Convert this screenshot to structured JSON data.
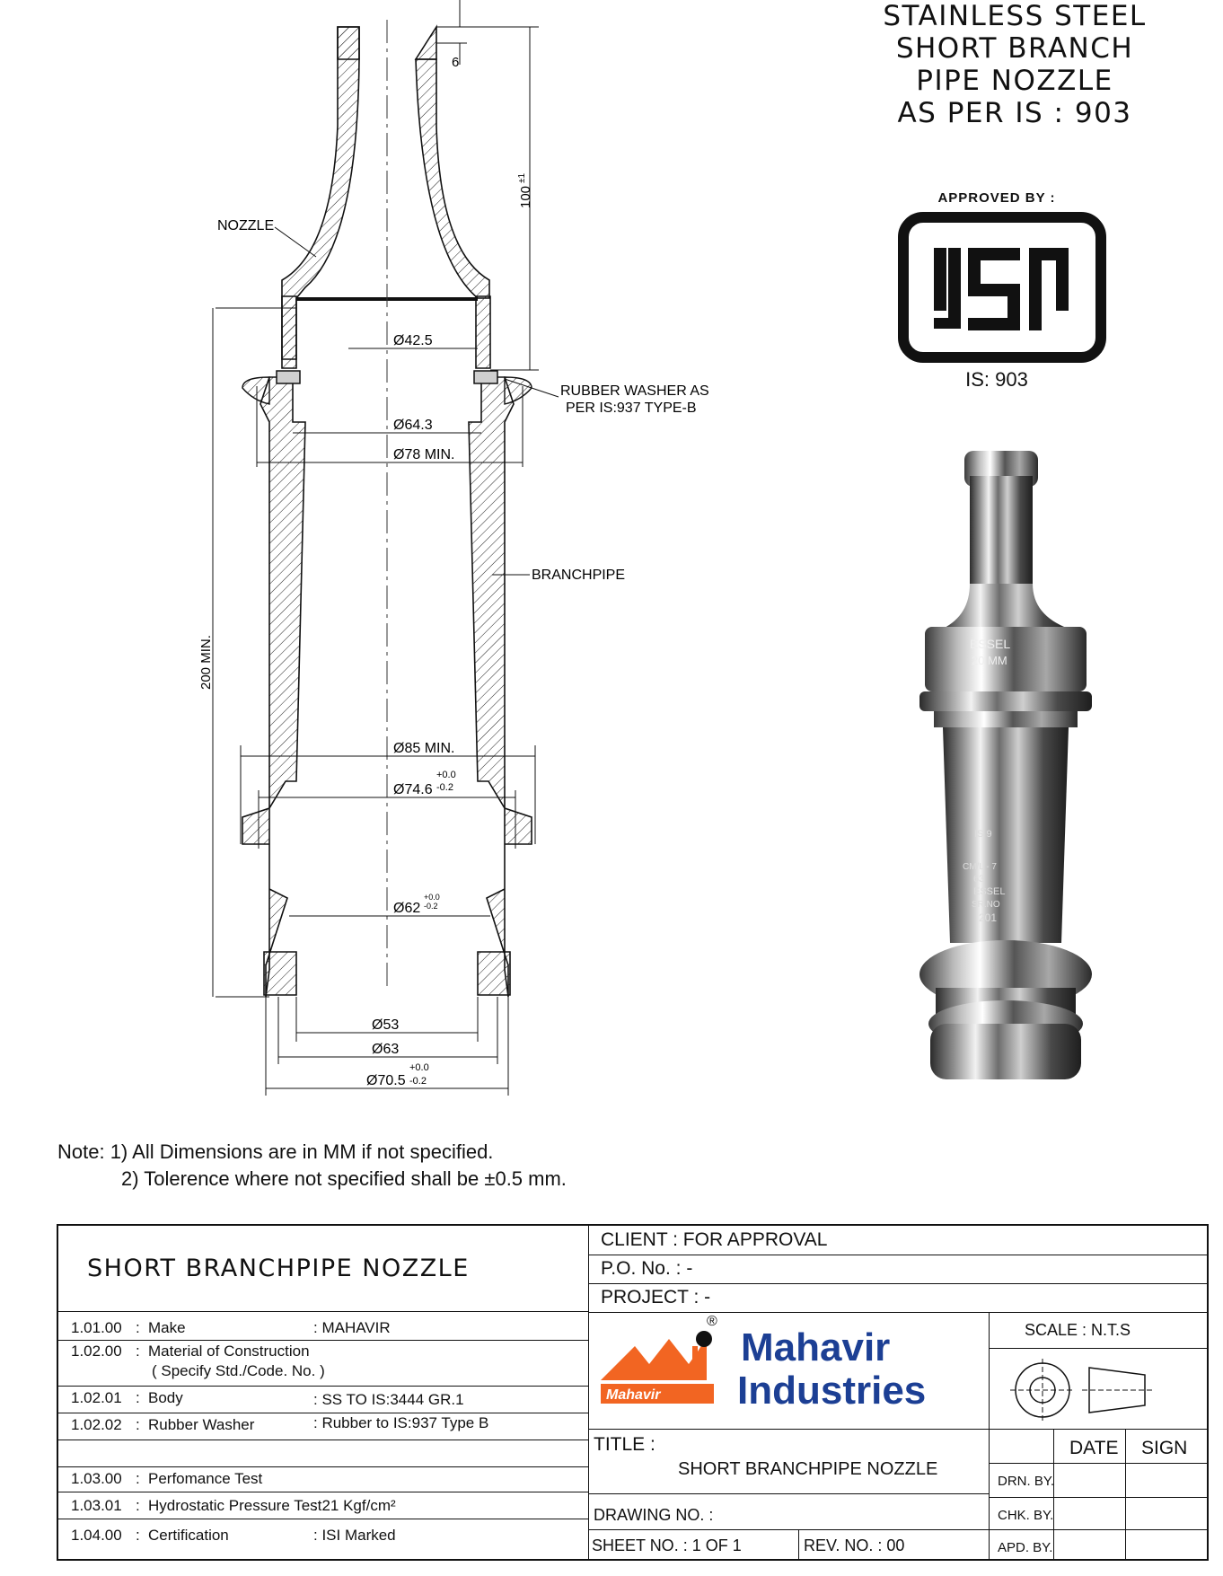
{
  "header": {
    "title_lines": [
      "STAINLESS STEEL",
      "SHORT BRANCH",
      "PIPE NOZZLE",
      "AS PER IS : 903"
    ]
  },
  "approval": {
    "approved_by": "APPROVED BY :",
    "logo_text": "ISI",
    "standard": "IS: 903"
  },
  "drawing": {
    "labels": {
      "nozzle": "NOZZLE",
      "rubber_washer_1": "RUBBER WASHER AS",
      "rubber_washer_2": "PER IS:937 TYPE-B",
      "branchpipe": "BRANCHPIPE"
    },
    "dimensions": {
      "d_top_offset": "6",
      "d_length_100": "100",
      "d_length_100_tol": "±1",
      "d_200": "200 MIN.",
      "d_42_5": "Ø42.5",
      "d_64_3": "Ø64.3",
      "d_78": "Ø78 MIN.",
      "d_85": "Ø85 MIN.",
      "d_74_6": "Ø74.6",
      "d_74_6_tol_up": "+0.0",
      "d_74_6_tol_dn": "-0.2",
      "d_62": "Ø62",
      "d_62_tol_up": "+0.0",
      "d_62_tol_dn": "-0.2",
      "d_53": "Ø53",
      "d_63": "Ø63",
      "d_70_5": "Ø70.5",
      "d_70_5_tol_up": "+0.0",
      "d_70_5_tol_dn": "-0.2"
    }
  },
  "photo": {
    "brand": "ESSEL",
    "size": "20 MM",
    "engraving": [
      "IS 9",
      "CM/L - 7",
      "63",
      "ESSEL",
      "SR.NO",
      "201"
    ]
  },
  "notes": {
    "line1": "Note:  1) All Dimensions are in MM if not specified.",
    "line2": "2) Tolerence where not specified shall be ±0.5 mm."
  },
  "table": {
    "title": "SHORT BRANCHPIPE NOZZLE",
    "rows": [
      {
        "no": "1.01.00",
        "sep": ":",
        "label": "Make",
        "value": ":  MAHAVIR"
      },
      {
        "no": "1.02.00",
        "sep": ":",
        "label": "Material of Construction",
        "label2": "( Specify Std./Code. No. )",
        "value": ""
      },
      {
        "no": "1.02.01",
        "sep": ":",
        "label": "Body",
        "value": ":  SS TO IS:3444 GR.1"
      },
      {
        "no": "1.02.02",
        "sep": ":",
        "label": "Rubber Washer",
        "value": ":  Rubber to IS:937 Type B"
      },
      {
        "no": "",
        "sep": "",
        "label": "",
        "value": ""
      },
      {
        "no": "1.03.00",
        "sep": ":",
        "label": "Perfomance Test",
        "value": ""
      },
      {
        "no": "1.03.01",
        "sep": ":",
        "label": "Hydrostatic Pressure Test",
        "value": ":  21 Kgf/cm²"
      },
      {
        "no": "1.04.00",
        "sep": ":",
        "label": "Certification",
        "value": ":  ISI Marked"
      }
    ],
    "client": "CLIENT    : FOR APPROVAL",
    "po": "P.O. No.  : -",
    "project": "PROJECT : -",
    "company_line1": "Mahavir",
    "company_line2": "Industries",
    "logo_word": "Mahavir",
    "registered": "®",
    "scale": "SCALE : N.T.S",
    "title_label": "TITLE :",
    "title_value": "SHORT BRANCHPIPE NOZZLE",
    "drawing_no": "DRAWING NO. :",
    "sheet_no": "SHEET NO. : 1  OF  1",
    "rev_no": "REV. NO. :  00",
    "date": "DATE",
    "sign": "SIGN",
    "drn": "DRN. BY.",
    "chk": "CHK. BY.",
    "apd": "APD. BY.",
    "colors": {
      "logo_orange": "#f26522",
      "logo_blue": "#1c3f94"
    }
  }
}
